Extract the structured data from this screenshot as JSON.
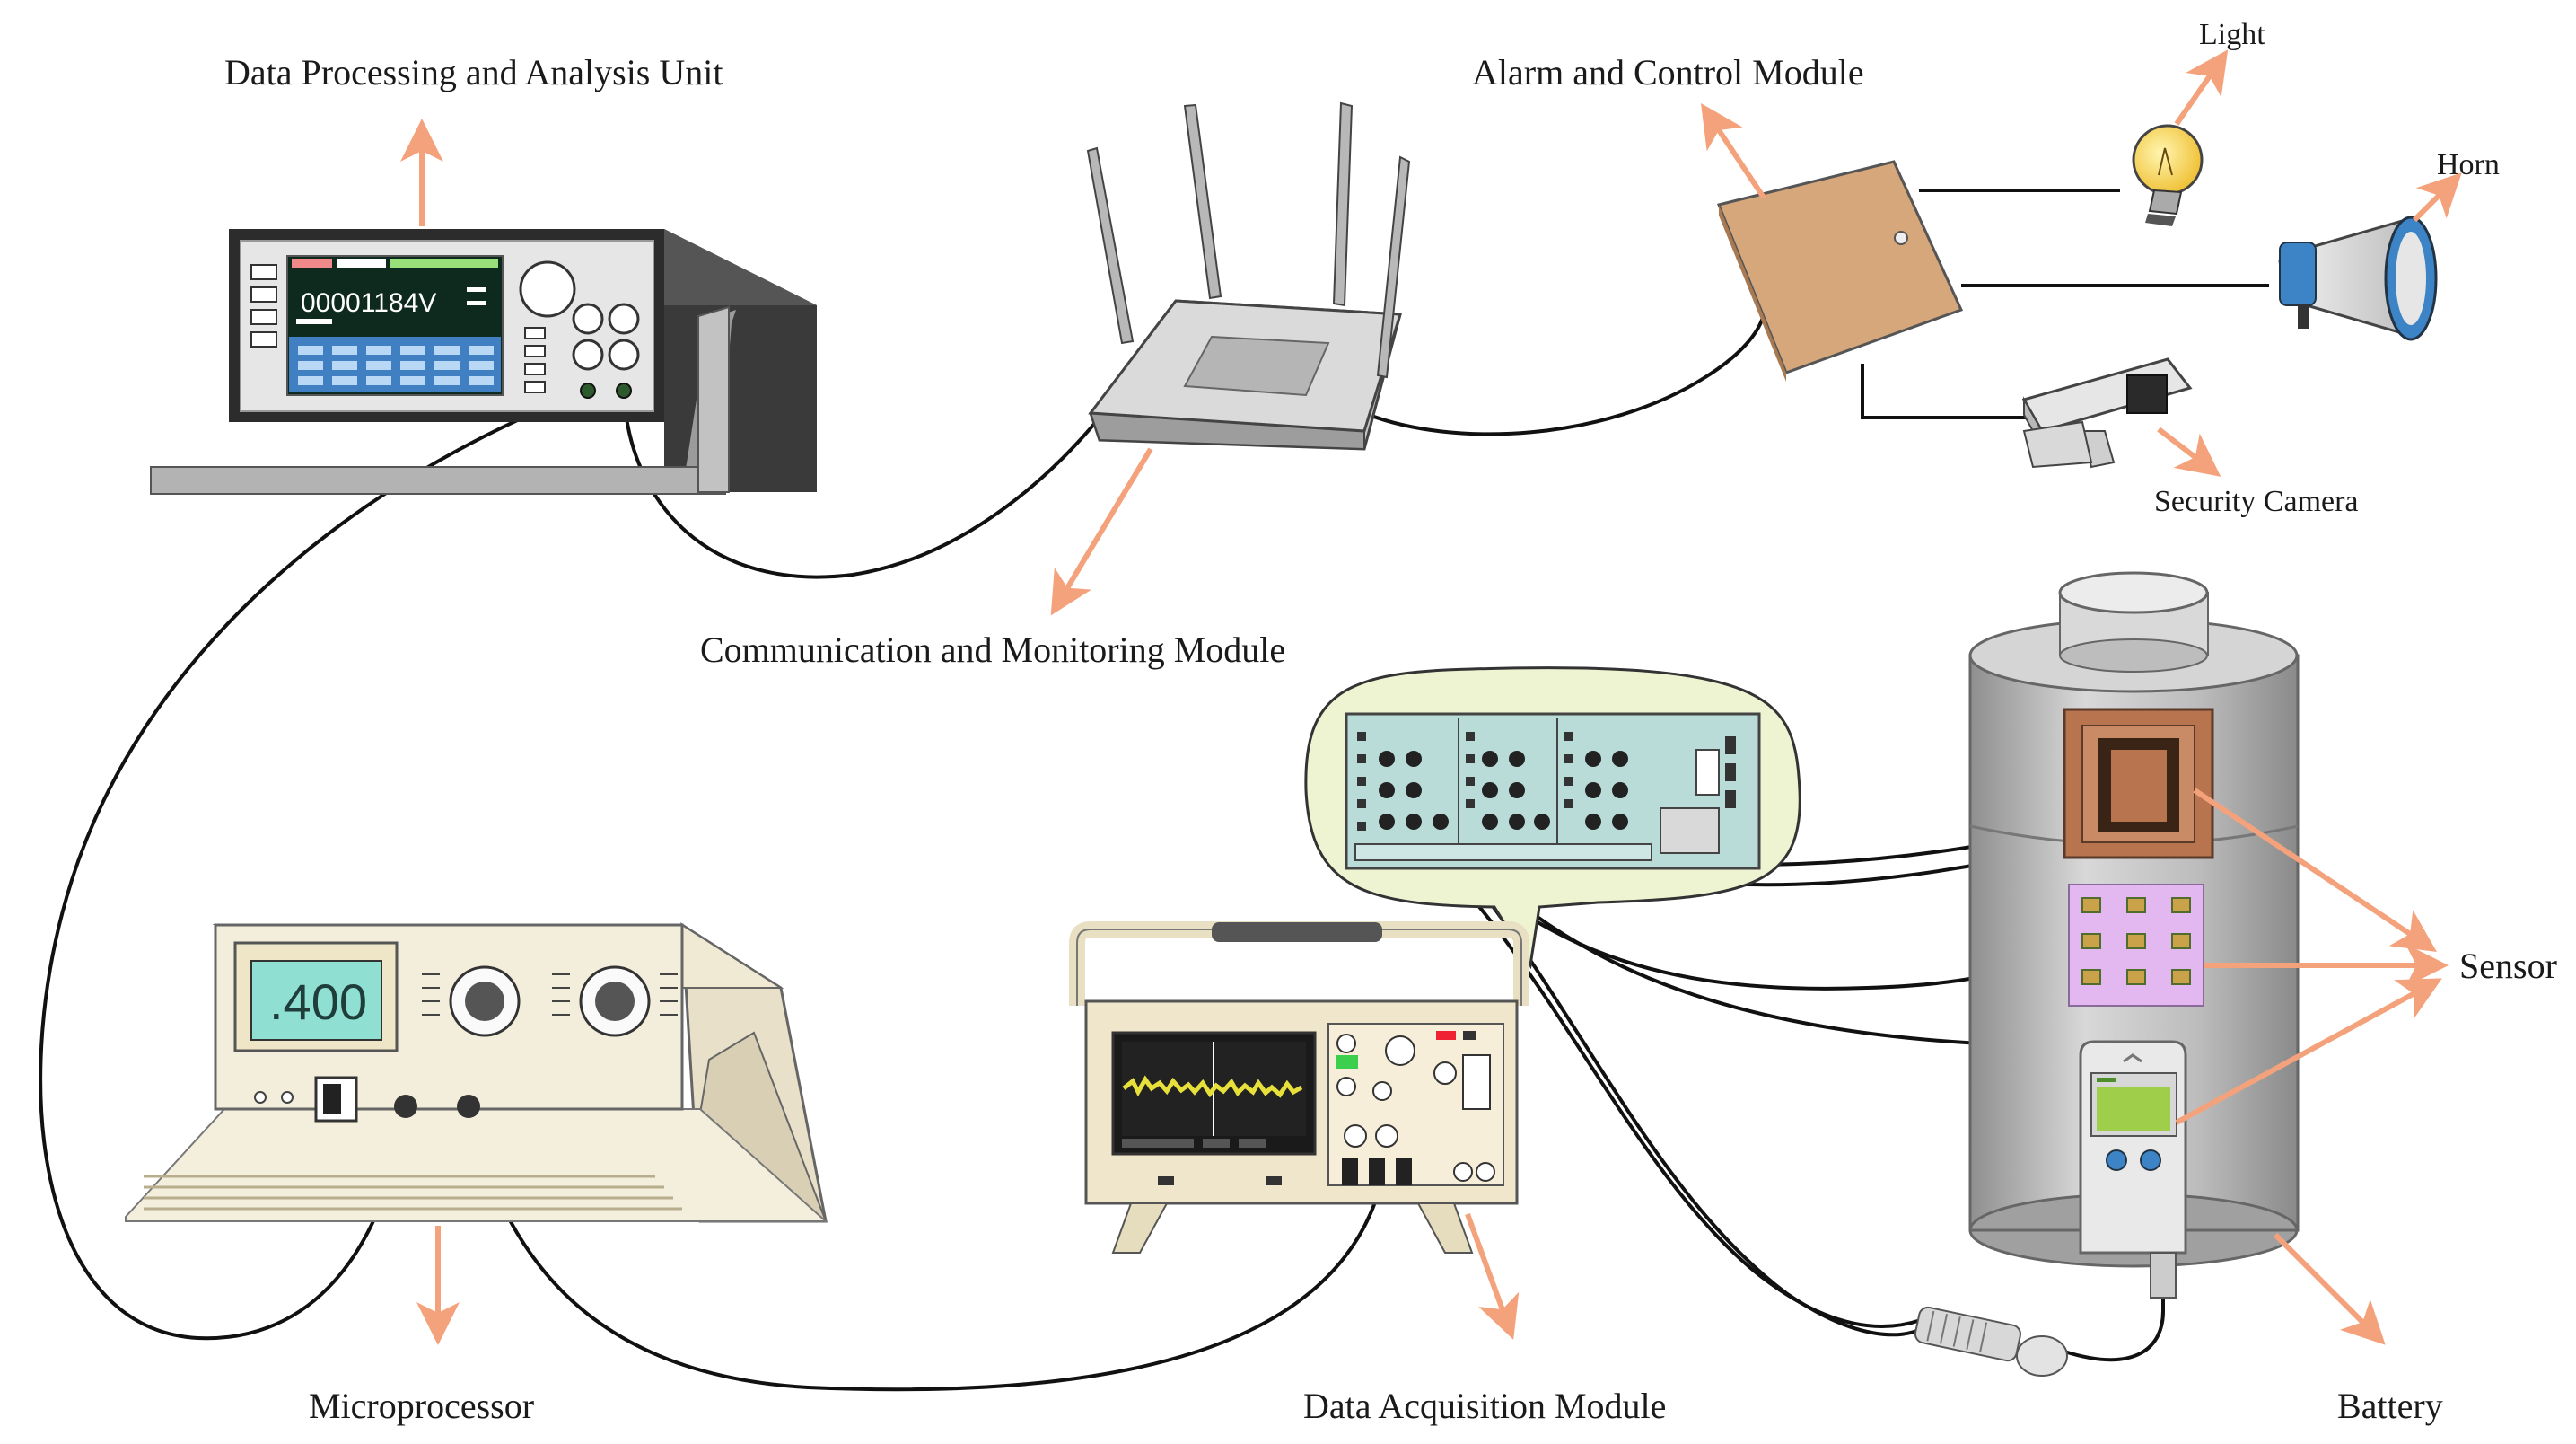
{
  "labels": {
    "data_processing": "Data Processing and Analysis Unit",
    "alarm_control": "Alarm and Control Module",
    "light": "Light",
    "horn": "Horn",
    "security_camera": "Security Camera",
    "communication": "Communication and Monitoring Module",
    "sensor": "Sensor",
    "microprocessor": "Microprocessor",
    "data_acquisition": "Data Acquisition Module",
    "battery": "Battery"
  },
  "displays": {
    "analyzer_reading": "00001184V",
    "microprocessor_reading": ".400"
  },
  "colors": {
    "arrow": "#f4a27c",
    "cable": "#111111",
    "analyzer_screen": "#0e2a1f",
    "analyzer_keypad": "#3f7fc2",
    "micro_screen": "#8fe0d2",
    "alarm_box": "#d7a77c",
    "cylinder": "#b9b9b9",
    "daq_board": "#b9dcd8",
    "bubble": "#eef3d2",
    "sensor_pad": "#e3b8f0",
    "sensor_frame": "#b8734f",
    "scope_trace": "#e8e03a"
  },
  "icons": [
    "light-bulb-icon",
    "horn-icon",
    "security-camera-icon",
    "router-icon"
  ]
}
